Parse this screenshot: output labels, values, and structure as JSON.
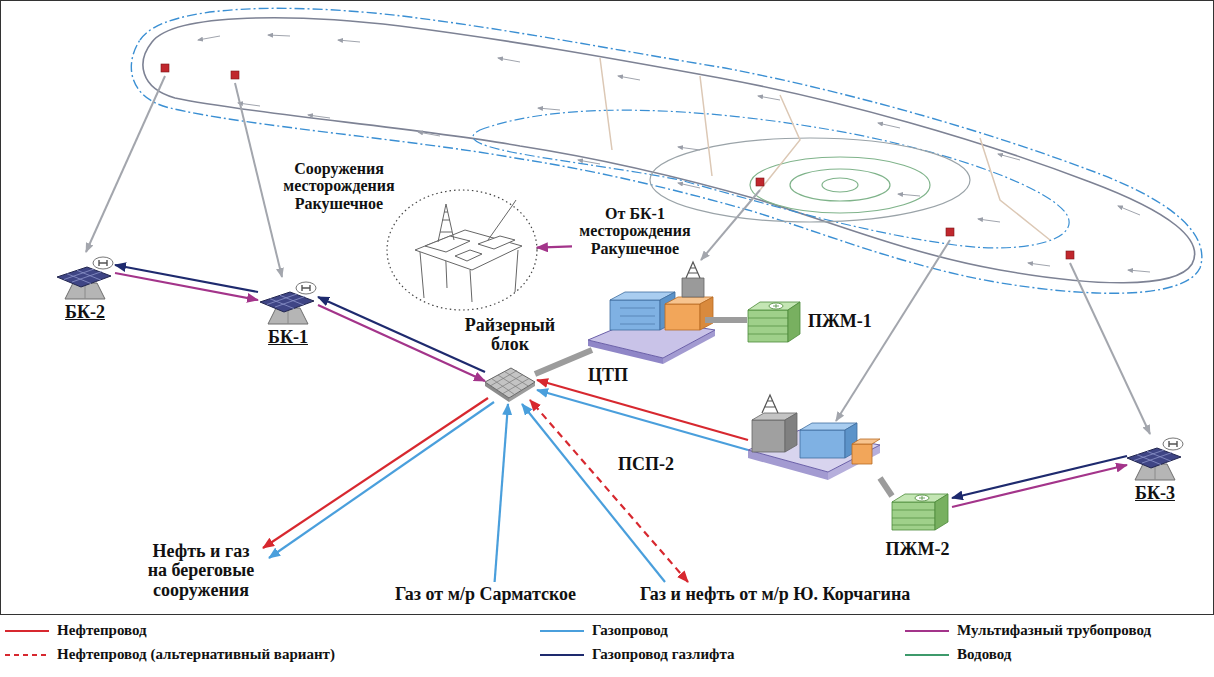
{
  "diagram": {
    "nodes": [
      {
        "text": [
          "БК-2"
        ]
      },
      {
        "text": [
          "БК-1"
        ]
      },
      {
        "text": [
          "Сооружения месторождения Ракушечное"
        ]
      },
      {
        "text": [
          "От БК-1 месторождения Ракушечное"
        ]
      },
      {
        "text": [
          "Райзерный блок"
        ]
      },
      {
        "text": [
          "ЦТП"
        ]
      },
      {
        "text": [
          "ПЖМ-1"
        ]
      },
      {
        "text": [
          "ПСП-2"
        ]
      },
      {
        "text": [
          "ПЖМ-2"
        ]
      },
      {
        "text": [
          "БК-3"
        ]
      },
      {
        "text": [
          "Нефть и газ на береговые сооружения"
        ]
      },
      {
        "text": [
          "Газ от м/р Сарматское"
        ]
      },
      {
        "text": [
          "Газ и нефть от м/р Ю. Корчагина"
        ]
      }
    ],
    "edges": [
      {
        "from": 1,
        "to": 0,
        "arrow": "to"
      },
      {
        "from": 0,
        "to": 1,
        "arrow": "to"
      },
      {
        "from": 4,
        "to": 1,
        "arrow": "to"
      },
      {
        "from": 1,
        "to": 4,
        "arrow": "to"
      },
      {
        "from": 3,
        "to": 2,
        "arrow": "to"
      },
      {
        "from": 4,
        "to": 5,
        "arrow": "none"
      },
      {
        "from": 5,
        "to": 6,
        "arrow": "none"
      },
      {
        "from": 7,
        "to": 4,
        "arrow": "to"
      },
      {
        "from": 7,
        "to": 4,
        "arrow": "to"
      },
      {
        "from": 7,
        "to": 8,
        "arrow": "none"
      },
      {
        "from": 9,
        "to": 8,
        "arrow": "to"
      },
      {
        "from": 8,
        "to": 9,
        "arrow": "to"
      },
      {
        "from": 4,
        "to": 10,
        "arrow": "to"
      },
      {
        "from": 4,
        "to": 10,
        "arrow": "to"
      },
      {
        "from": 11,
        "to": 4,
        "arrow": "to"
      },
      {
        "from": 12,
        "to": 4,
        "arrow": "to"
      },
      {
        "from": 12,
        "to": 4,
        "arrow": "both"
      }
    ],
    "legend": [
      {
        "text": "Нефтепровод"
      },
      {
        "text": "Газопровод"
      },
      {
        "text": "Мультифазный трубопровод"
      },
      {
        "text": "Нефтепровод (альтернативный вариант)"
      },
      {
        "text": "Газопровод газлифта"
      },
      {
        "text": "Водовод"
      }
    ]
  }
}
